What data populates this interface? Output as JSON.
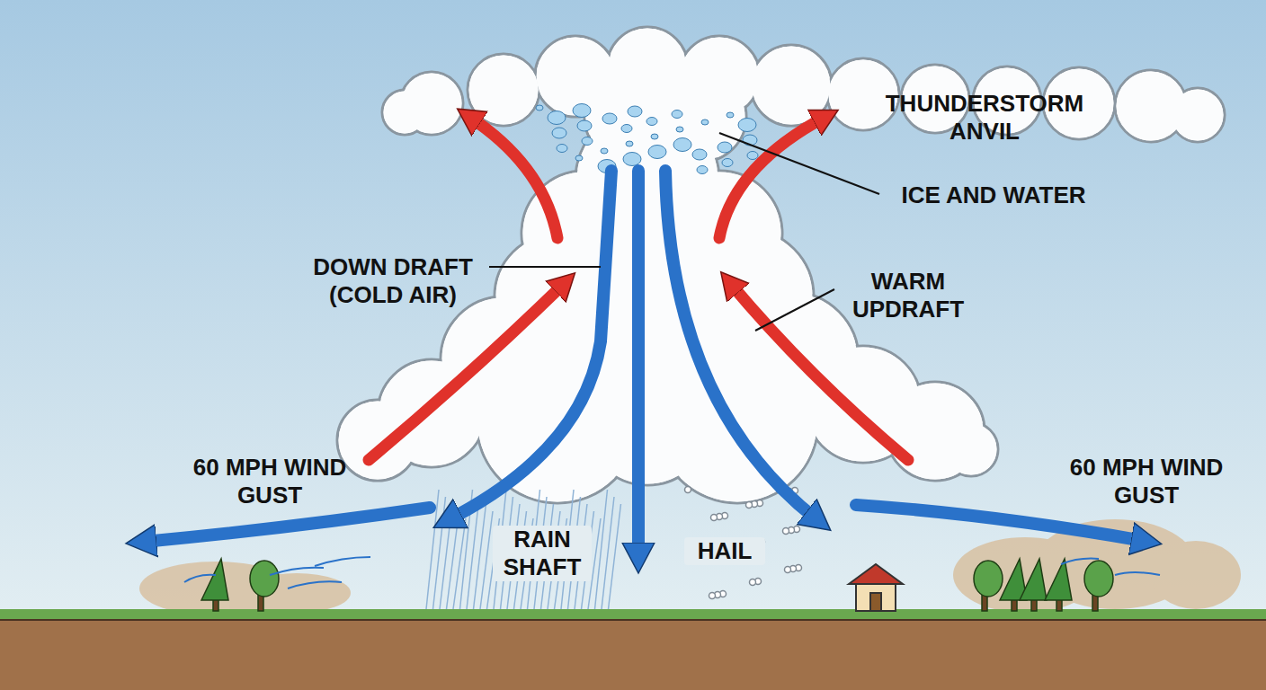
{
  "diagram": {
    "labels": [
      "THUNDERSTORM ANVIL",
      "ICE AND WATER",
      "DOWN DRAFT (COLD AIR)",
      "WARM UPDRAFT",
      "60 MPH WIND GUST",
      "RAIN SHAFT",
      "HAIL",
      "60 MPH WIND GUST"
    ]
  }
}
